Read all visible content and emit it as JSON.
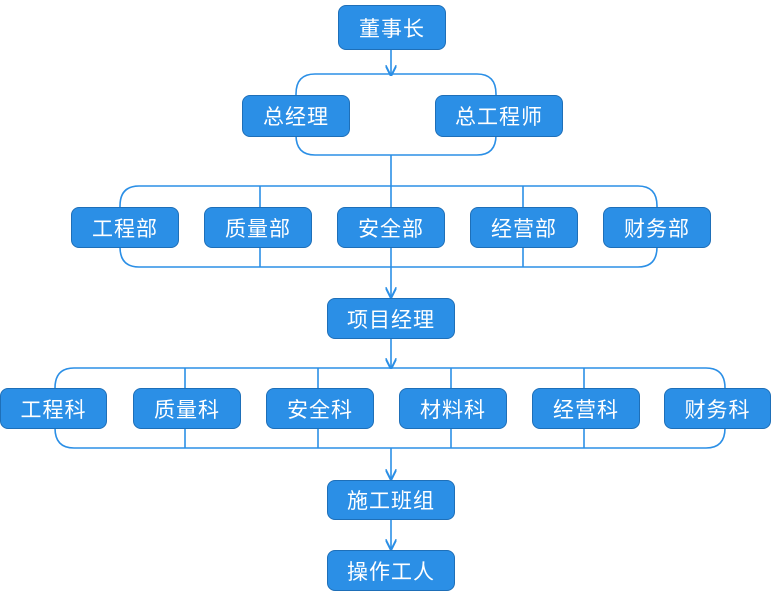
{
  "chart": {
    "chairman": "董事长",
    "gm": "总经理",
    "chief_engineer": "总工程师",
    "departments": [
      "工程部",
      "质量部",
      "安全部",
      "经营部",
      "财务部"
    ],
    "project_manager": "项目经理",
    "sections": [
      "工程科",
      "质量科",
      "安全科",
      "材料科",
      "经营科",
      "财务科"
    ],
    "work_team": "施工班组",
    "workers": "操作工人"
  },
  "colors": {
    "node_fill": "#2b8fe6",
    "node_border": "#1e6fb8",
    "line": "#2b8fe6"
  }
}
